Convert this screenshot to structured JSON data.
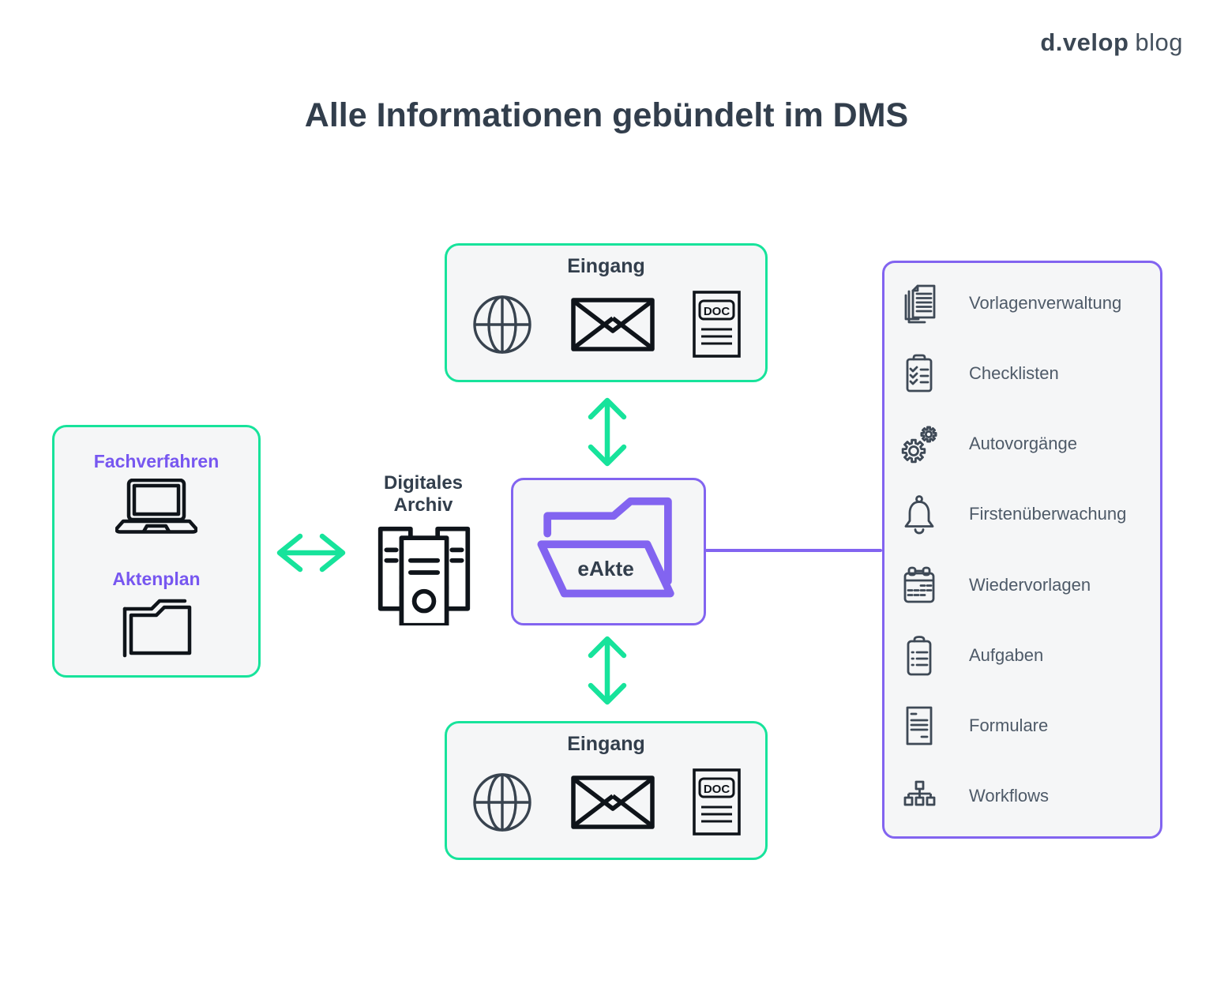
{
  "logo": {
    "brand": "d.velop",
    "suffix": "blog"
  },
  "title": "Alle Informationen gebündelt im DMS",
  "inbox_top": {
    "label": "Eingang"
  },
  "inbox_bottom": {
    "label": "Eingang"
  },
  "doc_icon_label": "DOC",
  "left_panel": {
    "items": [
      {
        "label": "Fachverfahren",
        "icon": "laptop-icon"
      },
      {
        "label": "Aktenplan",
        "icon": "folder-icon"
      }
    ]
  },
  "archive": {
    "label_line1": "Digitales",
    "label_line2": "Archiv"
  },
  "eakte": {
    "label": "eAkte"
  },
  "right_panel": {
    "items": [
      {
        "label": "Vorlagenverwaltung",
        "icon": "documents-stack-icon"
      },
      {
        "label": "Checklisten",
        "icon": "checklist-clipboard-icon"
      },
      {
        "label": "Autovorgänge",
        "icon": "gears-icon"
      },
      {
        "label": "Firstenüberwachung",
        "icon": "bell-icon"
      },
      {
        "label": "Wiedervorlagen",
        "icon": "calendar-icon"
      },
      {
        "label": "Aufgaben",
        "icon": "tasks-clipboard-icon"
      },
      {
        "label": "Formulare",
        "icon": "form-document-icon"
      },
      {
        "label": "Workflows",
        "icon": "org-chart-icon"
      }
    ]
  },
  "colors": {
    "green": "#17E39B",
    "purple": "#8264F0",
    "purple_text": "#7757F0",
    "navy": "#323E4C",
    "gray_text": "#4E5A68",
    "panel_bg": "#F5F6F7",
    "icon_dark": "#0F141A",
    "icon_slate": "#3E4956"
  }
}
